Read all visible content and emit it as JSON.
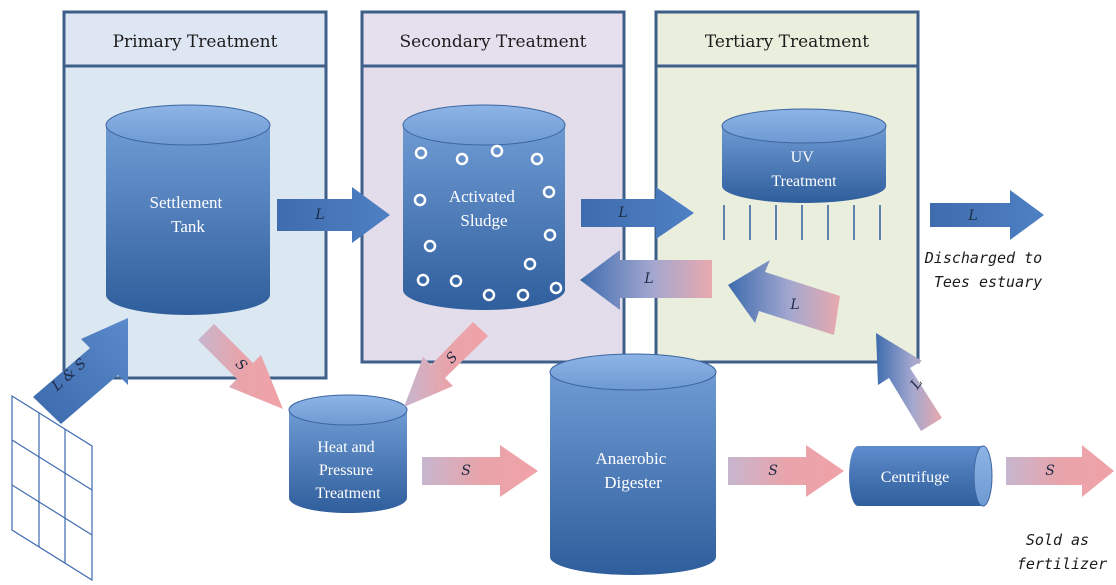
{
  "stages": {
    "primary": "Primary Treatment",
    "secondary": "Secondary Treatment",
    "tertiary": "Tertiary Treatment"
  },
  "units": {
    "settlement_tank": [
      "Settlement",
      "Tank"
    ],
    "activated_sludge": [
      "Activated",
      "Sludge"
    ],
    "uv_treatment": [
      "UV",
      "Treatment"
    ],
    "heat_pressure": [
      "Heat and",
      "Pressure",
      "Treatment"
    ],
    "anaerobic_digester": [
      "Anaerobic",
      "Digester"
    ],
    "centrifuge": "Centrifuge"
  },
  "flows": {
    "liquid": "L",
    "solid": "S",
    "liquid_and_solid": "L & S"
  },
  "outputs": {
    "discharged": [
      "Discharged to",
      "Tees estuary"
    ],
    "sold": [
      "Sold as",
      "fertilizer"
    ]
  },
  "colors": {
    "liquid_arrow": "#3f6fb0",
    "solid_arrow": "#e8a0a6",
    "tank_dark": "#2f5e9c",
    "tank_light": "#7fa8da"
  }
}
